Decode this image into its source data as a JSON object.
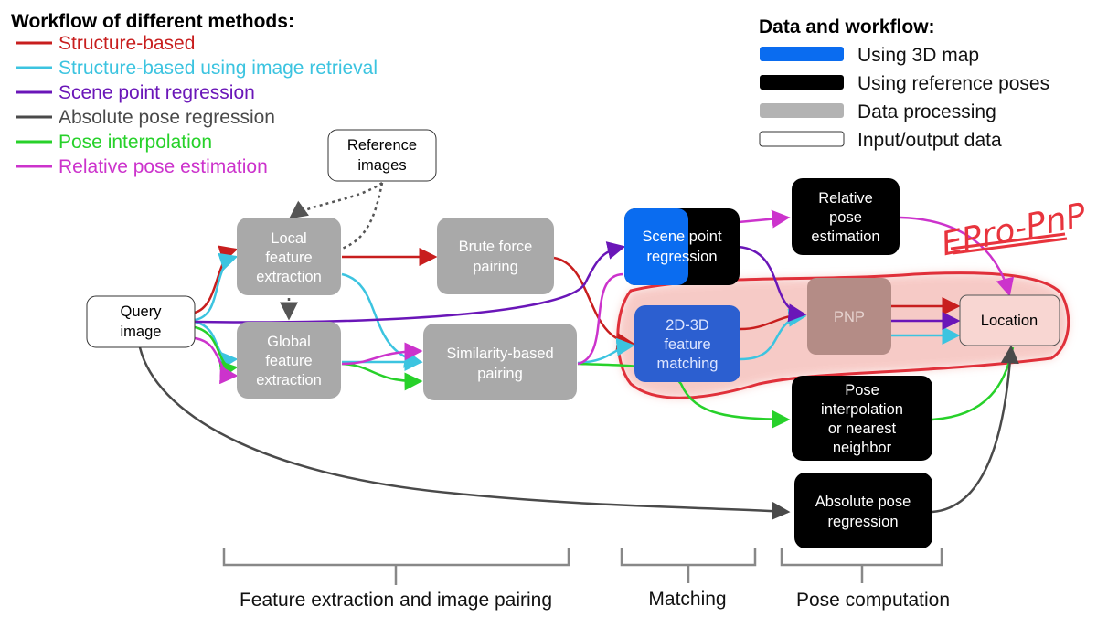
{
  "legend_methods": {
    "title": "Workflow of different methods:",
    "items": [
      {
        "label": "Structure-based",
        "color": "#c81e1e"
      },
      {
        "label": "Structure-based using image retrieval",
        "color": "#3cc4e0"
      },
      {
        "label": "Scene point regression",
        "color": "#6a16b8"
      },
      {
        "label": "Absolute pose regression",
        "color": "#4a4a4a"
      },
      {
        "label": "Pose interpolation",
        "color": "#27d12a"
      },
      {
        "label": "Relative pose estimation",
        "color": "#cc33cc"
      }
    ]
  },
  "legend_data": {
    "title": "Data and workflow:",
    "items": [
      {
        "label": "Using 3D map",
        "color": "#0a6cf0"
      },
      {
        "label": "Using reference poses",
        "color": "#000000"
      },
      {
        "label": "Data processing",
        "color": "#b3b3b3"
      },
      {
        "label": "Input/output data",
        "color": "#ffffff"
      }
    ]
  },
  "nodes": {
    "reference_images": [
      "Reference",
      "images"
    ],
    "query_image": [
      "Query",
      "image"
    ],
    "local_feature": [
      "Local",
      "feature",
      "extraction"
    ],
    "global_feature": [
      "Global",
      "feature",
      "extraction"
    ],
    "brute_force": [
      "Brute force",
      "pairing"
    ],
    "similarity": [
      "Similarity-based",
      "pairing"
    ],
    "scene_point": [
      "Scene point",
      "regression"
    ],
    "matching_2d3d": [
      "2D-3D",
      "feature",
      "matching"
    ],
    "relative_pose": [
      "Relative",
      "pose",
      "estimation"
    ],
    "pnp": [
      "PNP"
    ],
    "location": [
      "Location"
    ],
    "pose_interp": [
      "Pose",
      "interpolation",
      "or nearest",
      "neighbor"
    ],
    "abs_pose": [
      "Absolute pose",
      "regression"
    ]
  },
  "stages": [
    {
      "label": "Feature extraction and image pairing"
    },
    {
      "label": "Matching"
    },
    {
      "label": "Pose computation"
    }
  ],
  "annotation": {
    "text": "EPro-PnP",
    "color": "#e8343d"
  }
}
